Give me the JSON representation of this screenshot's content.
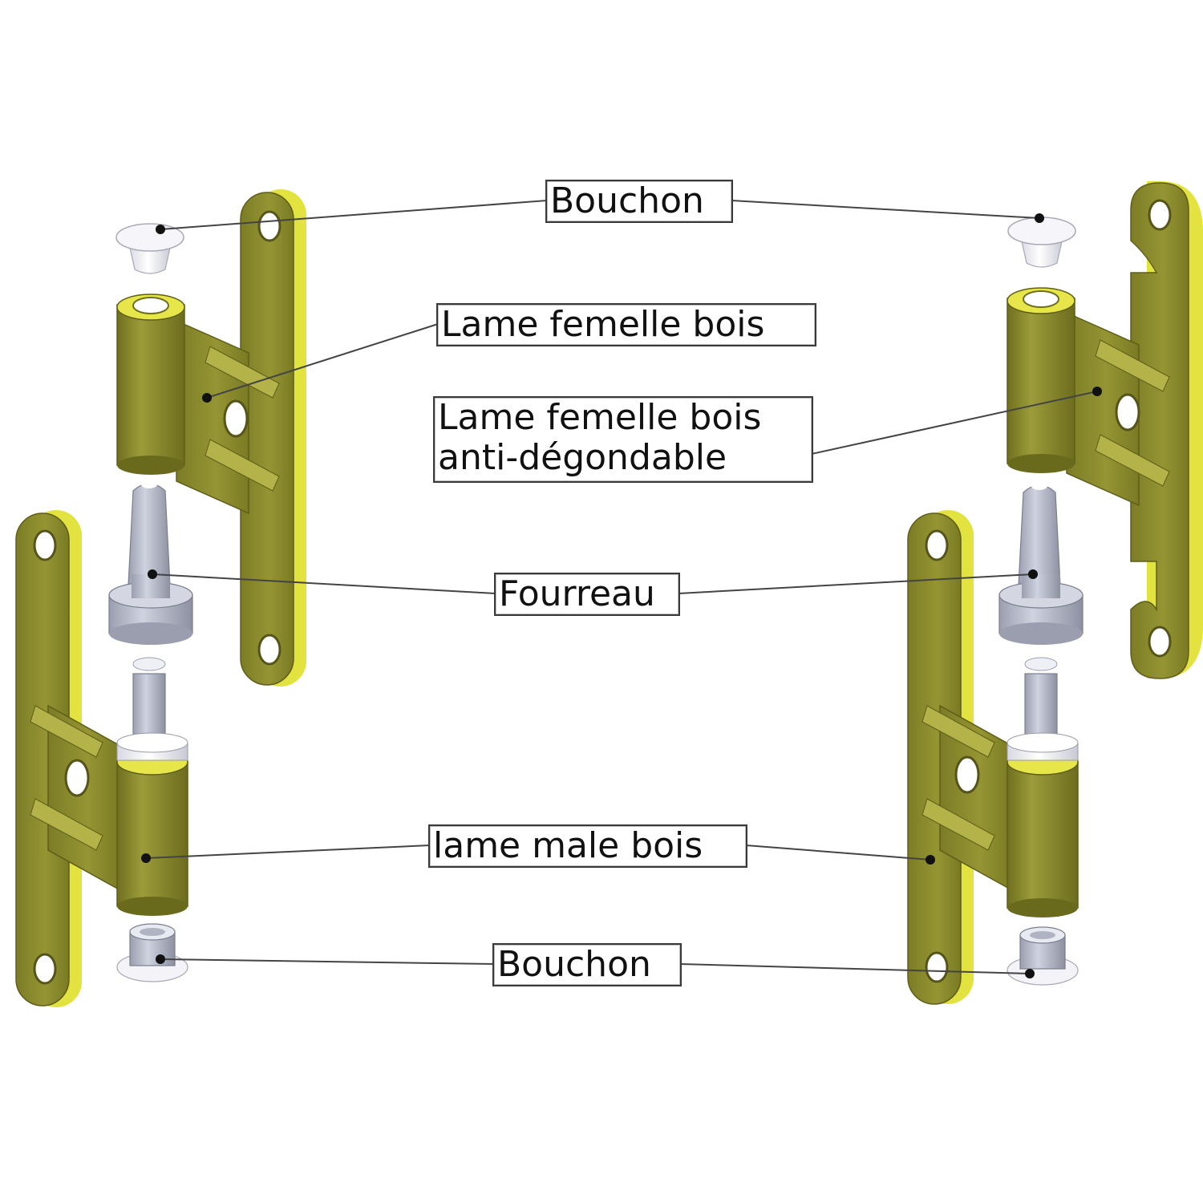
{
  "labels": {
    "bouchon_top": "Bouchon",
    "lame_femelle": "Lame femelle bois",
    "lame_femelle_anti_line1": "Lame femelle bois",
    "lame_femelle_anti_line2": "anti-dégondable",
    "fourreau": "Fourreau",
    "lame_male": "lame male bois",
    "bouchon_bottom": "Bouchon"
  },
  "colors": {
    "leaf_front": "#8c8c2e",
    "leaf_side": "#e0e040",
    "leaf_dark": "#6e6e1e",
    "metal": "#b4b8c8",
    "plastic_white": "#f2f2f6",
    "leader_line": "#444444"
  }
}
